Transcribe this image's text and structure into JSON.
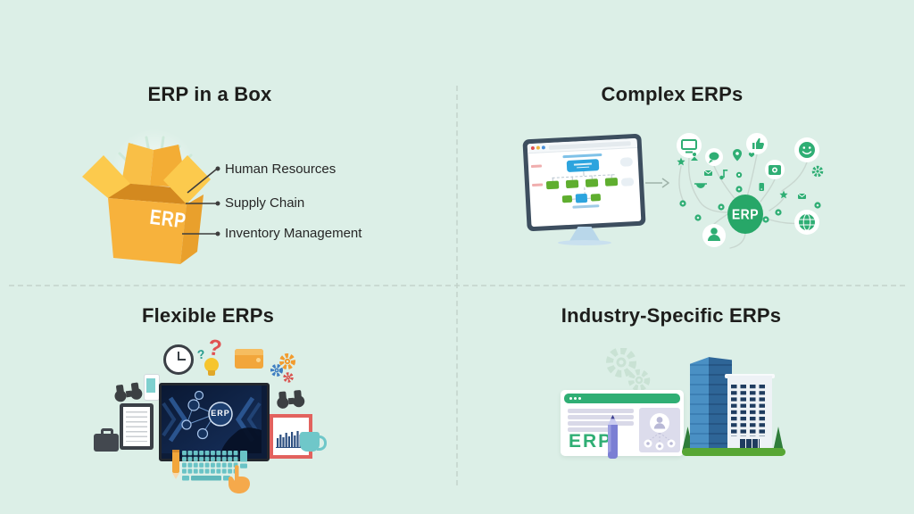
{
  "colors": {
    "background": "#dcefe7",
    "title_text": "#1d1d1b",
    "label_text": "#262626",
    "divider_dash": "#c3d4cb",
    "accent_green": "#2fae74",
    "hub_green": "#27a768",
    "box_yellow": "#f7b23c",
    "box_flap_yellow": "#fcca4d",
    "monitor_frame_slate": "#3d4e5f",
    "flowchart_blue": "#2ca4de",
    "flowchart_green": "#5fae2f",
    "screen_navy": "#0d1c38",
    "keyboard_teal": "#69c3c6",
    "orange": "#f2a63b",
    "frame_red": "#e2625e",
    "lavender": "#d9d9e8",
    "pencil_purple": "#7b7fd4",
    "building_blue": "#4a90c4",
    "grass_green": "#57a634"
  },
  "quadrants": {
    "erp_in_a_box": {
      "title": "ERP in a Box",
      "box_label": "ERP",
      "items": [
        "Human Resources",
        "Supply Chain",
        "Inventory Management"
      ]
    },
    "complex_erps": {
      "title": "Complex ERPs",
      "hub_label": "ERP"
    },
    "flexible_erps": {
      "title": "Flexible ERPs",
      "screen_label": "ERP"
    },
    "industry_specific_erps": {
      "title": "Industry-Specific ERPs",
      "browser_label": "ERP"
    }
  },
  "icons": {
    "question_mark_large": "?",
    "question_mark_small": "?",
    "network_icon_names": [
      "monitor-icon",
      "speech-bubble-icon",
      "thumbs-up-icon",
      "smiley-icon",
      "camera-icon",
      "person-icon",
      "globe-icon",
      "gear-icon",
      "star-icon",
      "mail-icon",
      "music-note-icon",
      "location-pin-icon",
      "phone-icon",
      "heart-icon"
    ],
    "desk_icon_names": [
      "clock-icon",
      "wallet-icon",
      "gears-icon",
      "smartphone-icon",
      "binoculars-icon",
      "clipboard-icon",
      "briefcase-icon",
      "lightbulb-icon",
      "bar-chart-frame-icon",
      "mug-icon",
      "pencil-icon",
      "keyboard-icon",
      "hand-cursor-icon"
    ]
  }
}
